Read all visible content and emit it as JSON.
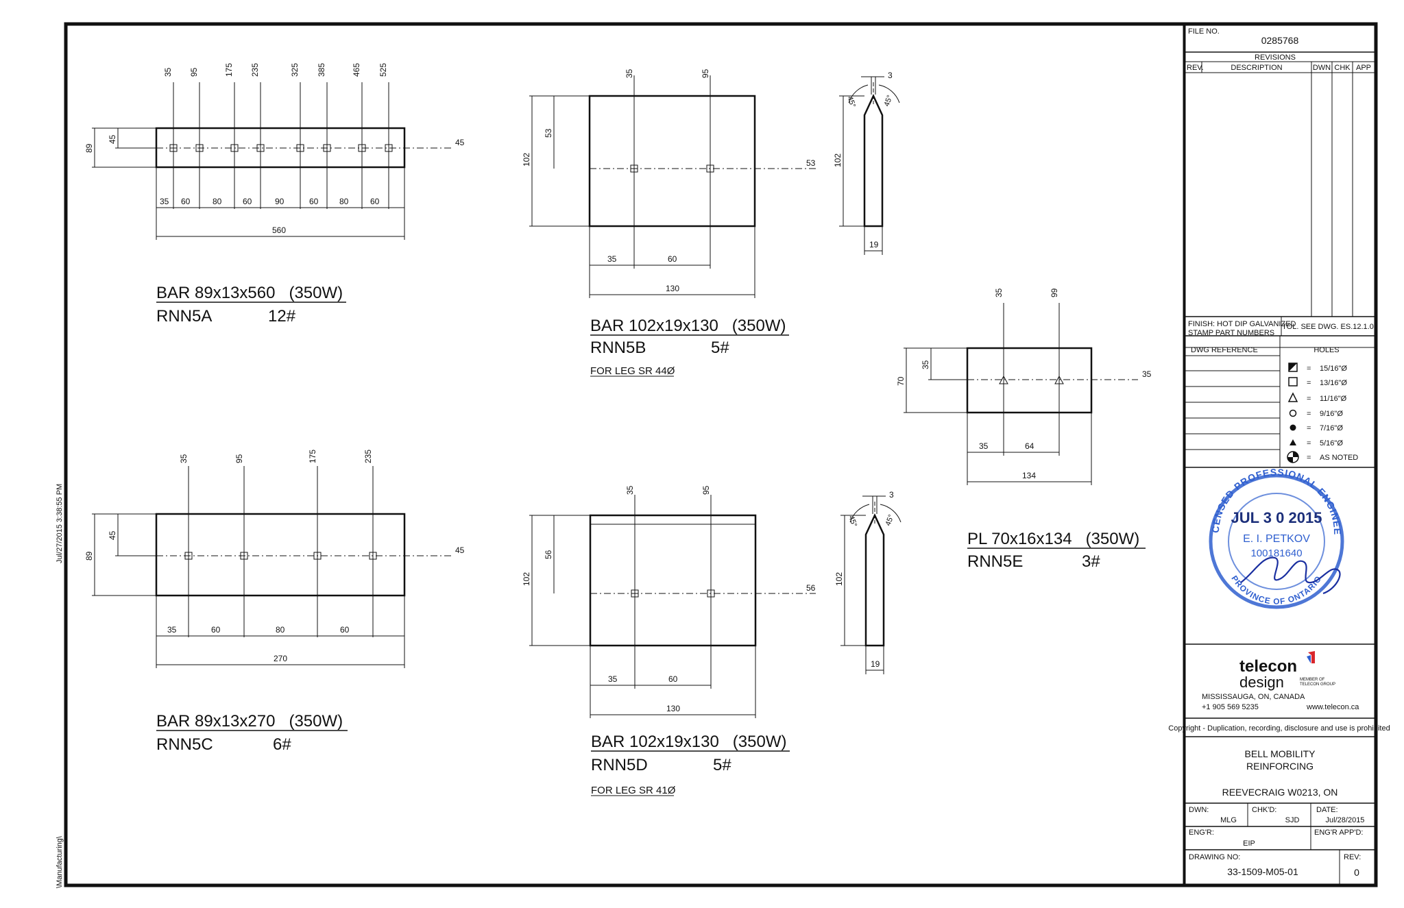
{
  "side_margin": {
    "timestamp": "Jul/27/2015  3:38:55 PM",
    "path": "\\Manufacturing\\"
  },
  "parts": {
    "rnn5a": {
      "title": "BAR 89x13x560   (350W)",
      "mark": "RNN5A",
      "qty": "12#",
      "top_dims": [
        "35",
        "95",
        "175",
        "235",
        "325",
        "385",
        "465",
        "525"
      ],
      "bottom_dims": [
        "35",
        "60",
        "80",
        "60",
        "90",
        "60",
        "80",
        "60"
      ],
      "overall": "560",
      "height": "89",
      "half_height": "45",
      "right_dim": "45"
    },
    "rnn5b": {
      "title": "BAR 102x19x130   (350W)",
      "mark": "RNN5B",
      "qty": "5#",
      "note": "FOR LEG SR 44Ø",
      "top_dims": [
        "35",
        "95"
      ],
      "bottom_dims": [
        "35",
        "60"
      ],
      "overall": "130",
      "height": "102",
      "hole_height": "53",
      "right_dim": "53",
      "edge_gap": "3",
      "edge_height": "102",
      "edge_thickness": "19",
      "bevel_left": "45°",
      "bevel_right": "45°"
    },
    "rnn5c": {
      "title": "BAR 89x13x270   (350W)",
      "mark": "RNN5C",
      "qty": "6#",
      "top_dims": [
        "35",
        "95",
        "175",
        "235"
      ],
      "bottom_dims": [
        "35",
        "60",
        "80",
        "60"
      ],
      "overall": "270",
      "height": "89",
      "half_height": "45",
      "right_dim": "45"
    },
    "rnn5d": {
      "title": "BAR 102x19x130   (350W)",
      "mark": "RNN5D",
      "qty": "5#",
      "note": "FOR LEG SR 41Ø",
      "top_dims": [
        "35",
        "95"
      ],
      "bottom_dims": [
        "35",
        "60"
      ],
      "overall": "130",
      "height": "102",
      "hole_height": "56",
      "right_dim": "56",
      "edge_gap": "3",
      "edge_height": "102",
      "edge_thickness": "19",
      "bevel_left": "45°",
      "bevel_right": "45°"
    },
    "rnn5e": {
      "title": "PL 70x16x134   (350W)",
      "mark": "RNN5E",
      "qty": "3#",
      "top_dims": [
        "35",
        "99"
      ],
      "bottom_dims": [
        "35",
        "64"
      ],
      "overall": "134",
      "height": "70",
      "half_height": "35",
      "right_dim": "35"
    }
  },
  "title_block": {
    "file_no_label": "FILE NO.",
    "file_no": "0285768",
    "revisions_label": "REVISIONS",
    "rev_cols": [
      "REV.",
      "DESCRIPTION",
      "DWN",
      "CHK",
      "APP"
    ],
    "finish": "FINISH: HOT DIP GALVANIZED",
    "stamp_parts": "STAMP PART NUMBERS",
    "tol": "TOL. SEE DWG. ES.12.1.0",
    "dwg_reference": "DWG REFERENCE",
    "holes_label": "HOLES",
    "holes": [
      "15/16\"Ø",
      "13/16\"Ø",
      "11/16\"Ø",
      "9/16\"Ø",
      "7/16\"Ø",
      "5/16\"Ø",
      "AS NOTED"
    ],
    "holes_eq": "=",
    "stamp": {
      "arc_text": "LICENSED PROFESSIONAL ENGINEER",
      "date": "JUL 3 0 2015",
      "name": "E. I. PETKOV",
      "number": "100181640",
      "bottom_text": "PROVINCE OF ONTARIO"
    },
    "company": {
      "brand_line1": "telecon",
      "brand_line2": "design",
      "member": "MEMBER OF",
      "member2": "TELECON GROUP",
      "city": "MISSISSAUGA, ON, CANADA",
      "phone": "+1 905 569 5235",
      "web": "www.telecon.ca",
      "copyright": "Copyright - Duplication, recording, disclosure and use is prohibited"
    },
    "project_line1": "BELL MOBILITY",
    "project_line2": "REINFORCING",
    "site": "REEVECRAIG W0213, ON",
    "dwn_label": "DWN:",
    "dwn": "MLG",
    "chkd_label": "CHK'D:",
    "chkd": "SJD",
    "date_label": "DATE:",
    "date": "Jul/28/2015",
    "engr_label": "ENG'R:",
    "engr": "EIP",
    "engr_appd_label": "ENG'R APP'D:",
    "drawing_no_label": "DRAWING NO:",
    "drawing_no": "33-1509-M05-01",
    "rev_label": "REV:",
    "rev": "0"
  },
  "colors": {
    "ink": "#111111",
    "stamp_blue": "#2f5fcf",
    "accent_red": "#d9262c",
    "signature": "#1a2fa0"
  }
}
